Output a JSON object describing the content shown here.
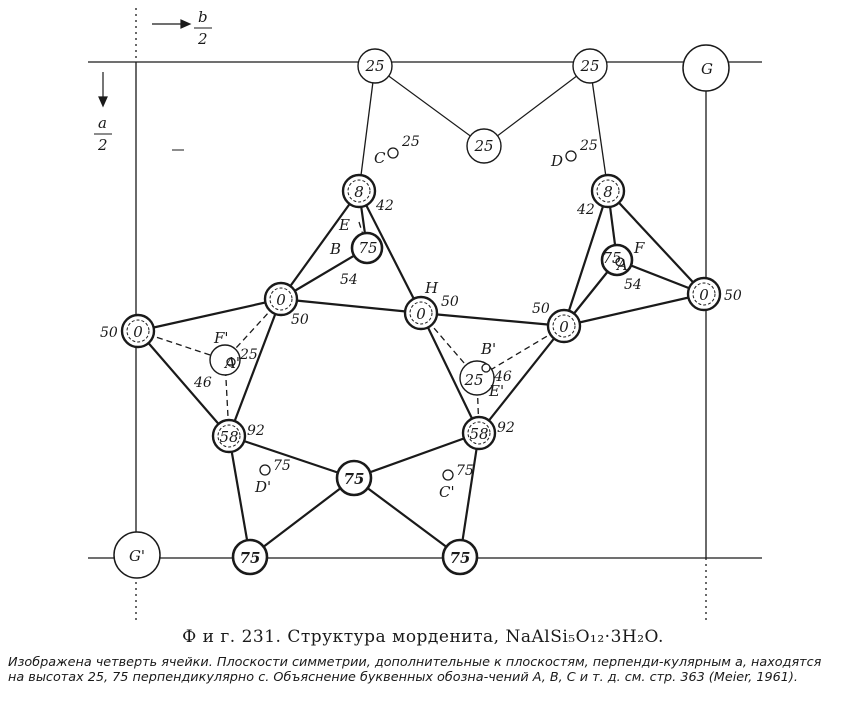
{
  "axes": {
    "b_num": "b",
    "b_den": "2",
    "a_num": "a",
    "a_den": "2"
  },
  "atoms": [
    {
      "id": "t25a",
      "label": "25"
    },
    {
      "id": "t25b",
      "label": "25"
    },
    {
      "id": "gTR",
      "label": "G"
    },
    {
      "id": "c25",
      "label": "25"
    },
    {
      "id": "o8L",
      "label": "8"
    },
    {
      "id": "o8R",
      "label": "8"
    },
    {
      "id": "o75B",
      "label": "75"
    },
    {
      "id": "o75F",
      "label": "75"
    },
    {
      "id": "oL",
      "label": "0"
    },
    {
      "id": "oML",
      "label": "0"
    },
    {
      "id": "oH",
      "label": "0"
    },
    {
      "id": "oMR",
      "label": "0"
    },
    {
      "id": "oR",
      "label": "0"
    },
    {
      "id": "a25",
      "label": ""
    },
    {
      "id": "b25",
      "label": "25"
    },
    {
      "id": "o58L",
      "label": "58"
    },
    {
      "id": "o58R",
      "label": "58"
    },
    {
      "id": "c75",
      "label": "75"
    },
    {
      "id": "b75L",
      "label": "75"
    },
    {
      "id": "b75R",
      "label": "75"
    },
    {
      "id": "gBL",
      "label": "G'"
    }
  ],
  "labels": [
    {
      "id": "C",
      "text": "C"
    },
    {
      "id": "C25",
      "text": "25"
    },
    {
      "id": "D",
      "text": "D"
    },
    {
      "id": "D25",
      "text": "25"
    },
    {
      "id": "n42L",
      "text": "42"
    },
    {
      "id": "n42R",
      "text": "42"
    },
    {
      "id": "E",
      "text": "E"
    },
    {
      "id": "B",
      "text": "B"
    },
    {
      "id": "n54L",
      "text": "54"
    },
    {
      "id": "F",
      "text": "F"
    },
    {
      "id": "n54R",
      "text": "54"
    },
    {
      "id": "H",
      "text": "H"
    },
    {
      "id": "n50H",
      "text": "50"
    },
    {
      "id": "n50L",
      "text": "50"
    },
    {
      "id": "n50ML",
      "text": "50"
    },
    {
      "id": "n50MR",
      "text": "50"
    },
    {
      "id": "n50R",
      "text": "50"
    },
    {
      "id": "Fp",
      "text": "F'"
    },
    {
      "id": "A25",
      "text": "25"
    },
    {
      "id": "n46L",
      "text": "46"
    },
    {
      "id": "Bp",
      "text": "B'"
    },
    {
      "id": "n46R",
      "text": "46"
    },
    {
      "id": "Ep",
      "text": "E'"
    },
    {
      "id": "n92L",
      "text": "92"
    },
    {
      "id": "n92R",
      "text": "92"
    },
    {
      "id": "D75",
      "text": "75"
    },
    {
      "id": "Dp",
      "text": "D'"
    },
    {
      "id": "C75",
      "text": "75"
    },
    {
      "id": "Cp",
      "text": "C'"
    },
    {
      "id": "Asm",
      "text": "A'"
    },
    {
      "id": "Asr",
      "text": "A"
    }
  ],
  "caption": {
    "title": "Ф и г. 231. Структура морденита, NaAlSi₅O₁₂·3H₂O.",
    "description": "Изображена четверть ячейки. Плоскости симметрии, дополнительные к плоскостям, перпенди-кулярным a, находятся на высотах 25, 75 перпендикулярно c. Объяснение буквенных обозна-чений A, B, C и т. д. см. стр. 363 (Meier, 1961)."
  }
}
